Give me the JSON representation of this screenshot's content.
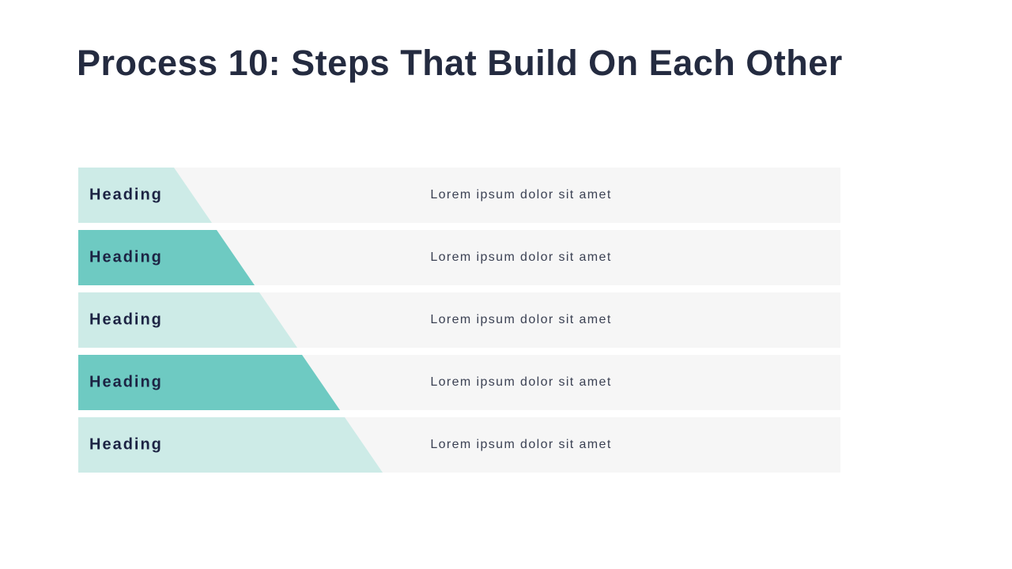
{
  "slide": {
    "title": "Process 10: Steps That Build On Each Other",
    "steps": [
      {
        "heading": "Heading",
        "body": "Lorem ipsum dolor sit amet",
        "tone": "light"
      },
      {
        "heading": "Heading",
        "body": "Lorem ipsum dolor sit amet",
        "tone": "dark"
      },
      {
        "heading": "Heading",
        "body": "Lorem ipsum dolor sit amet",
        "tone": "light"
      },
      {
        "heading": "Heading",
        "body": "Lorem ipsum dolor sit amet",
        "tone": "dark"
      },
      {
        "heading": "Heading",
        "body": "Lorem ipsum dolor sit amet",
        "tone": "light"
      }
    ]
  },
  "palette": {
    "background": "#ffffff",
    "title_color": "#242b40",
    "heading_color": "#1c2343",
    "body_color": "#3b4153",
    "row_bg": "#f6f6f6",
    "teal_light": "#cdebe7",
    "teal_dark": "#6ecac2"
  }
}
